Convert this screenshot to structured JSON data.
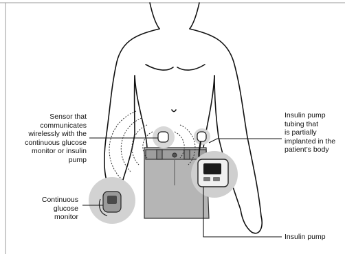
{
  "labels": {
    "sensor": "Sensor that\ncommunicates\nwirelessly with the\ncontinuous glucose\nmonitor or insulin\npump",
    "cgm": "Continuous\nglucose\nmonitor",
    "tubing": "Insulin pump\ntubing that\nis partially\nimplanted in the\npatient’s body",
    "pump": "Insulin pump"
  }
}
